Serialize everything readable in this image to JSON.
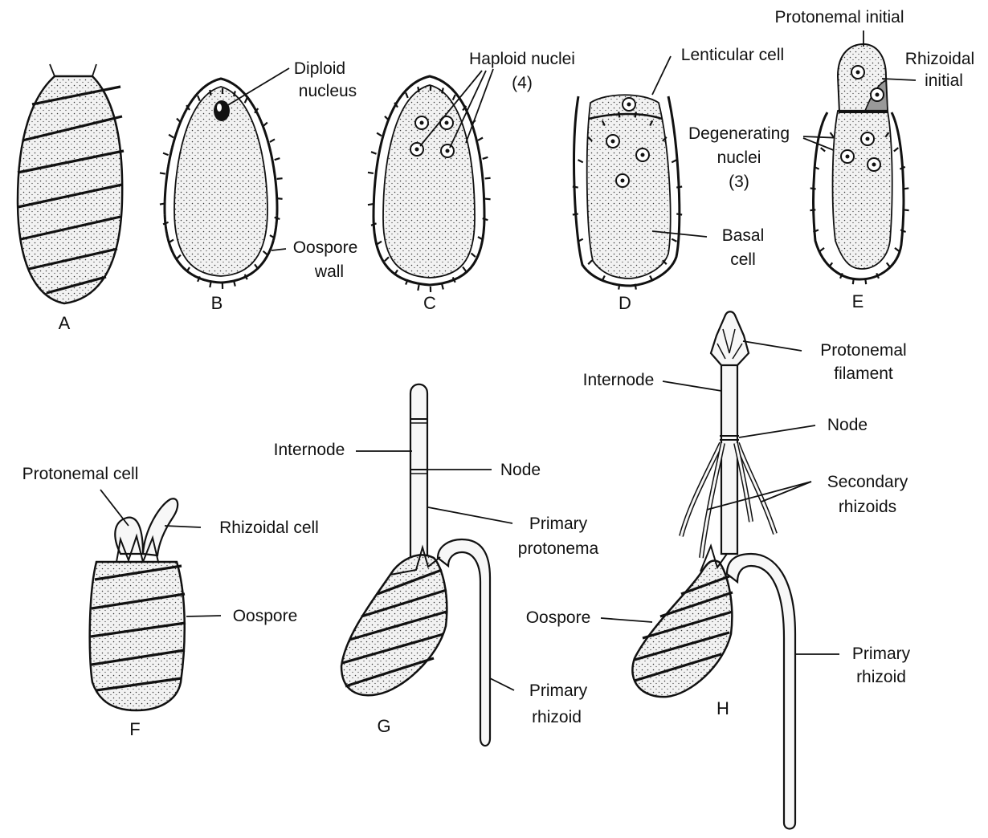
{
  "labels": {
    "diploid_nucleus": [
      "Diploid",
      "nucleus"
    ],
    "oospore_wall": [
      "Oospore",
      "wall"
    ],
    "haploid_nuclei": [
      "Haploid nuclei",
      "(4)"
    ],
    "lenticular_cell": "Lenticular cell",
    "protonemal_initial": "Protonemal initial",
    "rhizoidal_initial": [
      "Rhizoidal",
      "initial"
    ],
    "degenerating_nuclei": [
      "Degenerating",
      "nuclei",
      "(3)"
    ],
    "basal_cell": [
      "Basal",
      "cell"
    ],
    "protonemal_cell": "Protonemal cell",
    "rhizoidal_cell": "Rhizoidal cell",
    "oospore_f": "Oospore",
    "internode_g": "Internode",
    "node_g": "Node",
    "primary_protonema": [
      "Primary",
      "protonema"
    ],
    "primary_rhizoid_g": [
      "Primary",
      "rhizoid"
    ],
    "internode_h": "Internode",
    "protonemal_filament": [
      "Protonemal",
      "filament"
    ],
    "node_h": "Node",
    "secondary_rhizoids": [
      "Secondary",
      "rhizoids"
    ],
    "oospore_h": "Oospore",
    "primary_rhizoid_h": [
      "Primary",
      "rhizoid"
    ]
  },
  "panels": [
    "A",
    "B",
    "C",
    "D",
    "E",
    "F",
    "G",
    "H"
  ]
}
